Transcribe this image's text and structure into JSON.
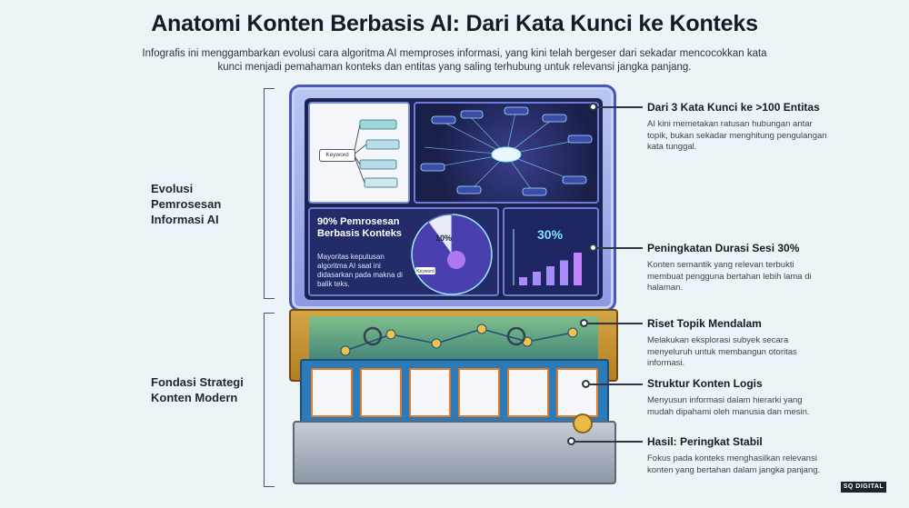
{
  "header": {
    "title": "Anatomi Konten Berbasis AI: Dari Kata Kunci ke Konteks",
    "subtitle": "Infografis ini menggambarkan evolusi cara algoritma AI memproses informasi, yang kini telah bergeser dari sekadar mencocokkan kata kunci menjadi pemahaman konteks dan entitas yang saling terhubung untuk relevansi jangka panjang."
  },
  "sections": {
    "top_label": "Evolusi Pemrosesan Informasi AI",
    "bottom_label": "Fondasi Strategi Konten Modern"
  },
  "screen": {
    "keyword_label": "Keyword",
    "stat_heading": "90% Pemrosesan Berbasis Konteks",
    "stat_desc": "Mayoritas keputusan algoritma AI saat ini didasarkan pada makna di balik teks.",
    "pie_label": "10%",
    "bars_value": "30%",
    "bars": [
      0.18,
      0.3,
      0.42,
      0.55,
      0.72
    ],
    "pie_fraction_small": 0.1
  },
  "callouts": [
    {
      "title": "Dari 3 Kata Kunci ke >100 Entitas",
      "desc": "AI kini memetakan ratusan hubungan antar topik, bukan sekadar menghitung pengulangan kata tunggal."
    },
    {
      "title": "Peningkatan Durasi Sesi 30%",
      "desc": "Konten semantik yang relevan terbukti membuat pengguna bertahan lebih lama di halaman."
    },
    {
      "title": "Riset Topik Mendalam",
      "desc": "Melakukan eksplorasi subyek secara menyeluruh untuk membangun otoritas informasi."
    },
    {
      "title": "Struktur Konten Logis",
      "desc": "Menyusun informasi dalam hierarki yang mudah dipahami oleh manusia dan mesin."
    },
    {
      "title": "Hasil: Peringkat Stabil",
      "desc": "Fokus pada konteks menghasilkan relevansi konten yang bertahan dalam jangka panjang."
    }
  ],
  "brand": {
    "logo_text": "SQ DIGITAL"
  },
  "colors": {
    "monitor": "#8c98e3",
    "screen_bg": "#1c2454",
    "accent_cyan": "#7fe3ff",
    "base_gold": "#c4922f",
    "base_blue": "#2c7ab8"
  }
}
